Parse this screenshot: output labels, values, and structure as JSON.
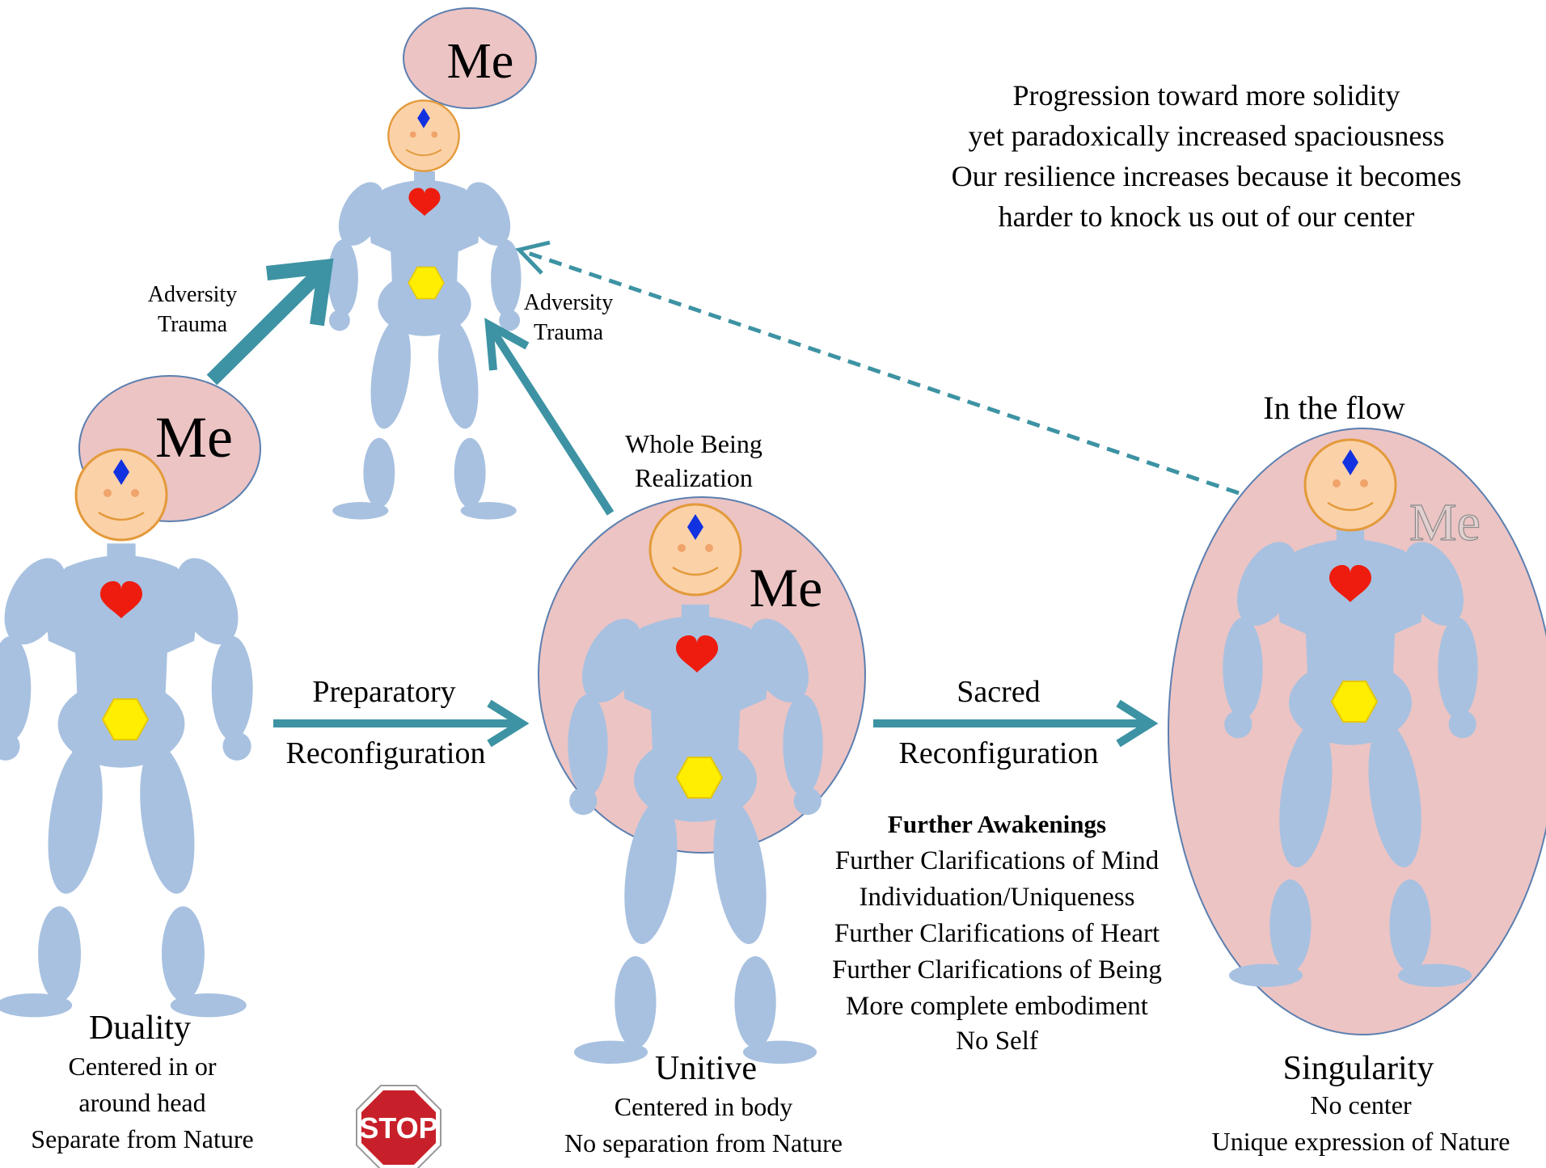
{
  "intro": {
    "lines": [
      "Progression toward more solidity",
      "yet paradoxically increased spaciousness",
      "Our resilience increases because it becomes",
      "harder to knock us out of our center"
    ]
  },
  "me_label": "Me",
  "top_figure": {
    "bubble_label": "Me"
  },
  "duality": {
    "bubble_label": "Me",
    "title": "Duality",
    "lines": [
      "Centered in or",
      "around head",
      "Separate from Nature"
    ]
  },
  "unitive": {
    "caption_top": [
      "Whole Being",
      "Realization"
    ],
    "bubble_label": "Me",
    "title": "Unitive",
    "lines": [
      "Centered in body",
      "No separation from Nature"
    ]
  },
  "singularity": {
    "caption_top": "In the flow",
    "bubble_label": "Me",
    "title": "Singularity",
    "lines": [
      "No center",
      "Unique expression of Nature"
    ]
  },
  "arrows": {
    "adversity_left": [
      "Adversity",
      "Trauma"
    ],
    "adversity_mid": [
      "Adversity",
      "Trauma"
    ],
    "preparatory": [
      "Preparatory",
      "Reconfiguration"
    ],
    "sacred": [
      "Sacred",
      "Reconfiguration"
    ]
  },
  "further": {
    "heading": "Further Awakenings",
    "items": [
      "Further Clarifications of Mind",
      "Individuation/Uniqueness",
      "Further Clarifications of Heart",
      "Further Clarifications of Being",
      "More complete embodiment",
      "No Self"
    ]
  },
  "stop_sign": {
    "label": "STOP"
  },
  "colors": {
    "body": "#a8c1e0",
    "halo": "#ecc4c4",
    "halo_stroke": "#5b7fb0",
    "face": "#fbd1a8",
    "face_stroke": "#e39a3a",
    "heart": "#ee1c0e",
    "hexagon": "#ffee00",
    "diamond": "#1231e0",
    "arrow": "#3d93a3",
    "stop": "#c8202a"
  }
}
